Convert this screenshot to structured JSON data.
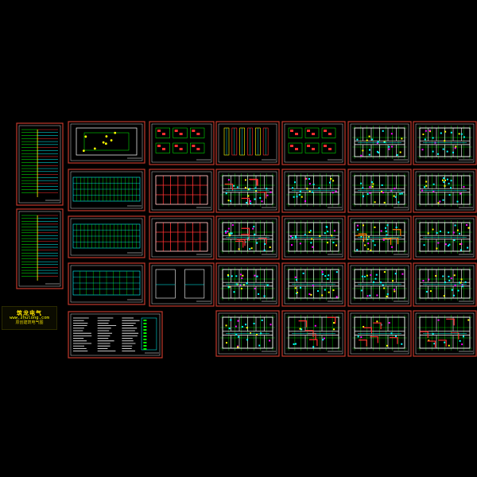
{
  "colors": {
    "background": "#000000",
    "sheet_border": "#c0392b",
    "frame_border": "#ffffff",
    "wall": "#ffffff",
    "grid_green": "#00ff00",
    "cyan": "#00ffff",
    "red": "#ff3030",
    "yellow": "#ffff00",
    "blue": "#3050ff",
    "orange": "#ff8000",
    "magenta": "#ff00ff"
  },
  "stamp": {
    "line1": "筑龙电气",
    "line2": "www.zhulong.com",
    "line3": "原创建筑电气图"
  },
  "drawing_sheets": [
    {
      "kind": "riser-schedule"
    },
    {
      "kind": "riser-schedule"
    },
    {
      "kind": "site-plan"
    },
    {
      "kind": "elevation"
    },
    {
      "kind": "elevation"
    },
    {
      "kind": "elevation-short"
    },
    {
      "kind": "notes-legend"
    },
    {
      "kind": "system-diagram"
    },
    {
      "kind": "grid-plan-red"
    },
    {
      "kind": "grid-plan-red"
    },
    {
      "kind": "detail-pair"
    },
    {
      "kind": "riser-diagram"
    },
    {
      "kind": "system-diagram"
    },
    {
      "kind": "floor-plan"
    },
    {
      "kind": "floor-plan"
    },
    {
      "kind": "floor-plan-red"
    },
    {
      "kind": "floor-plan"
    },
    {
      "kind": "floor-plan"
    },
    {
      "kind": "floor-plan"
    },
    {
      "kind": "floor-plan-red"
    },
    {
      "kind": "floor-plan"
    },
    {
      "kind": "floor-plan-orange"
    },
    {
      "kind": "floor-plan"
    },
    {
      "kind": "floor-plan"
    },
    {
      "kind": "floor-plan"
    },
    {
      "kind": "floor-plan"
    },
    {
      "kind": "floor-plan"
    },
    {
      "kind": "floor-plan"
    },
    {
      "kind": "floor-plan-sparse"
    },
    {
      "kind": "floor-plan-sparse"
    },
    {
      "kind": "floor-plan-sparse"
    },
    {
      "kind": "floor-plan-sparse"
    },
    {
      "kind": "floor-plan-sparse"
    }
  ]
}
